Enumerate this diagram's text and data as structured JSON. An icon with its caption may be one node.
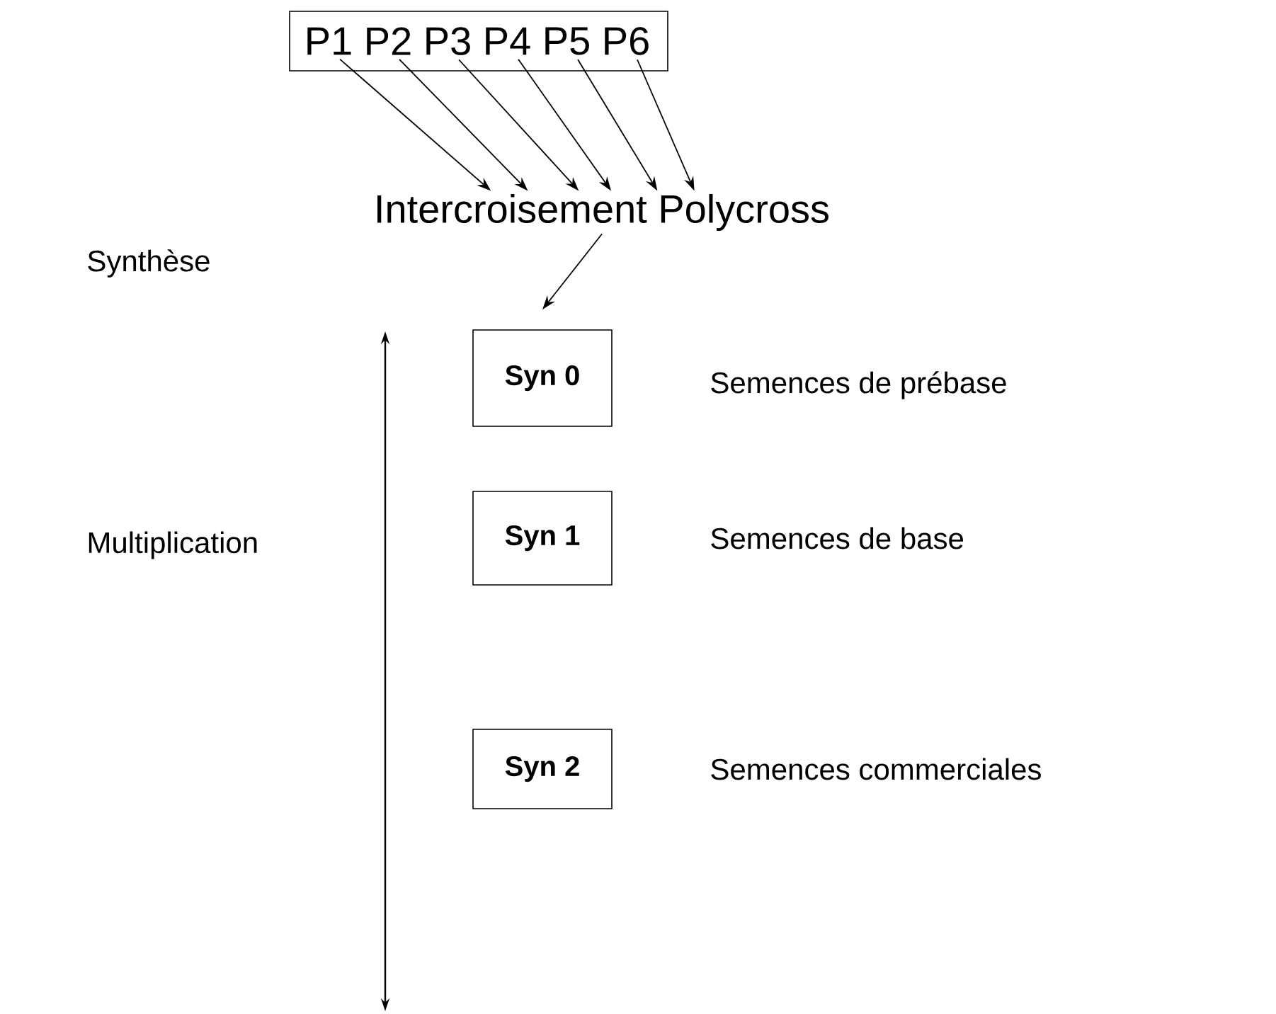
{
  "diagram": {
    "nodes": [
      {
        "text": [],
        "shape": "box"
      },
      {
        "text": [
          "P1"
        ],
        "in": 0
      },
      {
        "text": [
          "P2"
        ],
        "in": 0
      },
      {
        "text": [
          "P3"
        ],
        "in": 0
      },
      {
        "text": [
          "P4"
        ],
        "in": 0
      },
      {
        "text": [
          "P5"
        ],
        "in": 0
      },
      {
        "text": [
          "P6"
        ],
        "in": 0
      },
      {
        "text": [
          "Intercroisement Polycross"
        ]
      },
      {
        "text": [
          "Syn 0"
        ],
        "beside": [
          "Semences de prébase"
        ]
      },
      {
        "text": [
          "Syn 1"
        ],
        "beside": [
          "Semences de base"
        ]
      },
      {
        "text": [
          "Syn 2"
        ],
        "beside": [
          "Semences commerciales"
        ]
      }
    ],
    "edges": [
      {
        "from": 1,
        "to": 7,
        "arrow": "to"
      },
      {
        "from": 2,
        "to": 7,
        "arrow": "to"
      },
      {
        "from": 3,
        "to": 7,
        "arrow": "to"
      },
      {
        "from": 4,
        "to": 7,
        "arrow": "to"
      },
      {
        "from": 5,
        "to": 7,
        "arrow": "to"
      },
      {
        "from": 6,
        "to": 7,
        "arrow": "to"
      },
      {
        "from": 7,
        "to": 8,
        "arrow": "to"
      }
    ],
    "labels": [
      "Synthèse",
      "Multiplication"
    ]
  }
}
